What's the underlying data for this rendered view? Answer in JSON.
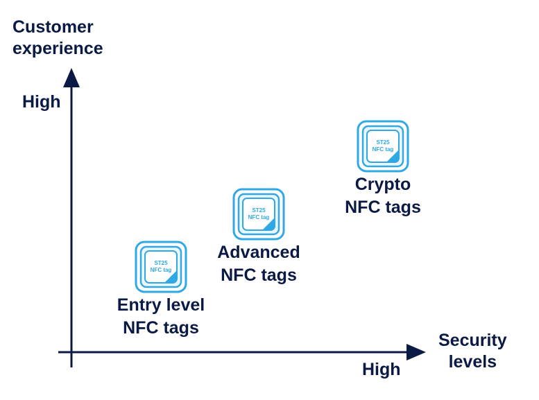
{
  "y_axis": {
    "title_lines": [
      "Customer",
      "experience"
    ],
    "high_label": "High"
  },
  "x_axis": {
    "title_lines": [
      "Security",
      "levels"
    ],
    "high_label": "High"
  },
  "tags": [
    {
      "id": "entry",
      "chip_text": [
        "ST25",
        "NFC tag"
      ],
      "caption_lines": [
        "Entry level",
        "NFC tags"
      ]
    },
    {
      "id": "advanced",
      "chip_text": [
        "ST25",
        "NFC tag"
      ],
      "caption_lines": [
        "Advanced",
        "NFC tags"
      ]
    },
    {
      "id": "crypto",
      "chip_text": [
        "ST25",
        "NFC tag"
      ],
      "caption_lines": [
        "Crypto",
        "NFC tags"
      ]
    }
  ],
  "colors": {
    "axis": "#0b1a44",
    "chip_blue": "#2fa8e4",
    "chip_fill": "#dff1fb",
    "text": "#0b1a44"
  }
}
